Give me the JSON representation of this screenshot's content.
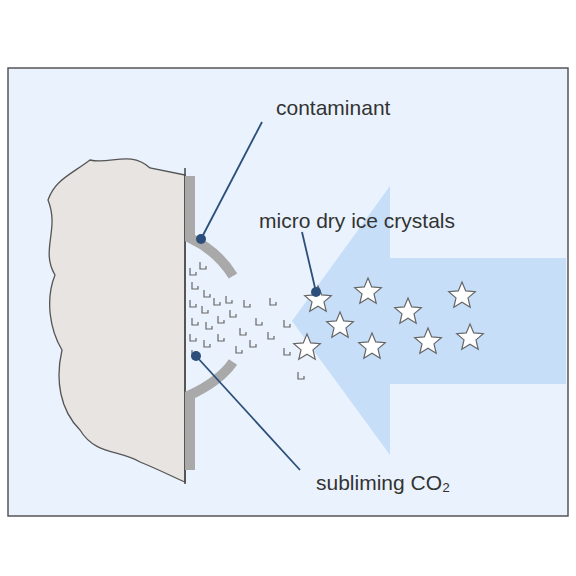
{
  "diagram": {
    "labels": [
      "contaminant",
      "micro dry ice crystals",
      "subliming CO₂"
    ]
  }
}
